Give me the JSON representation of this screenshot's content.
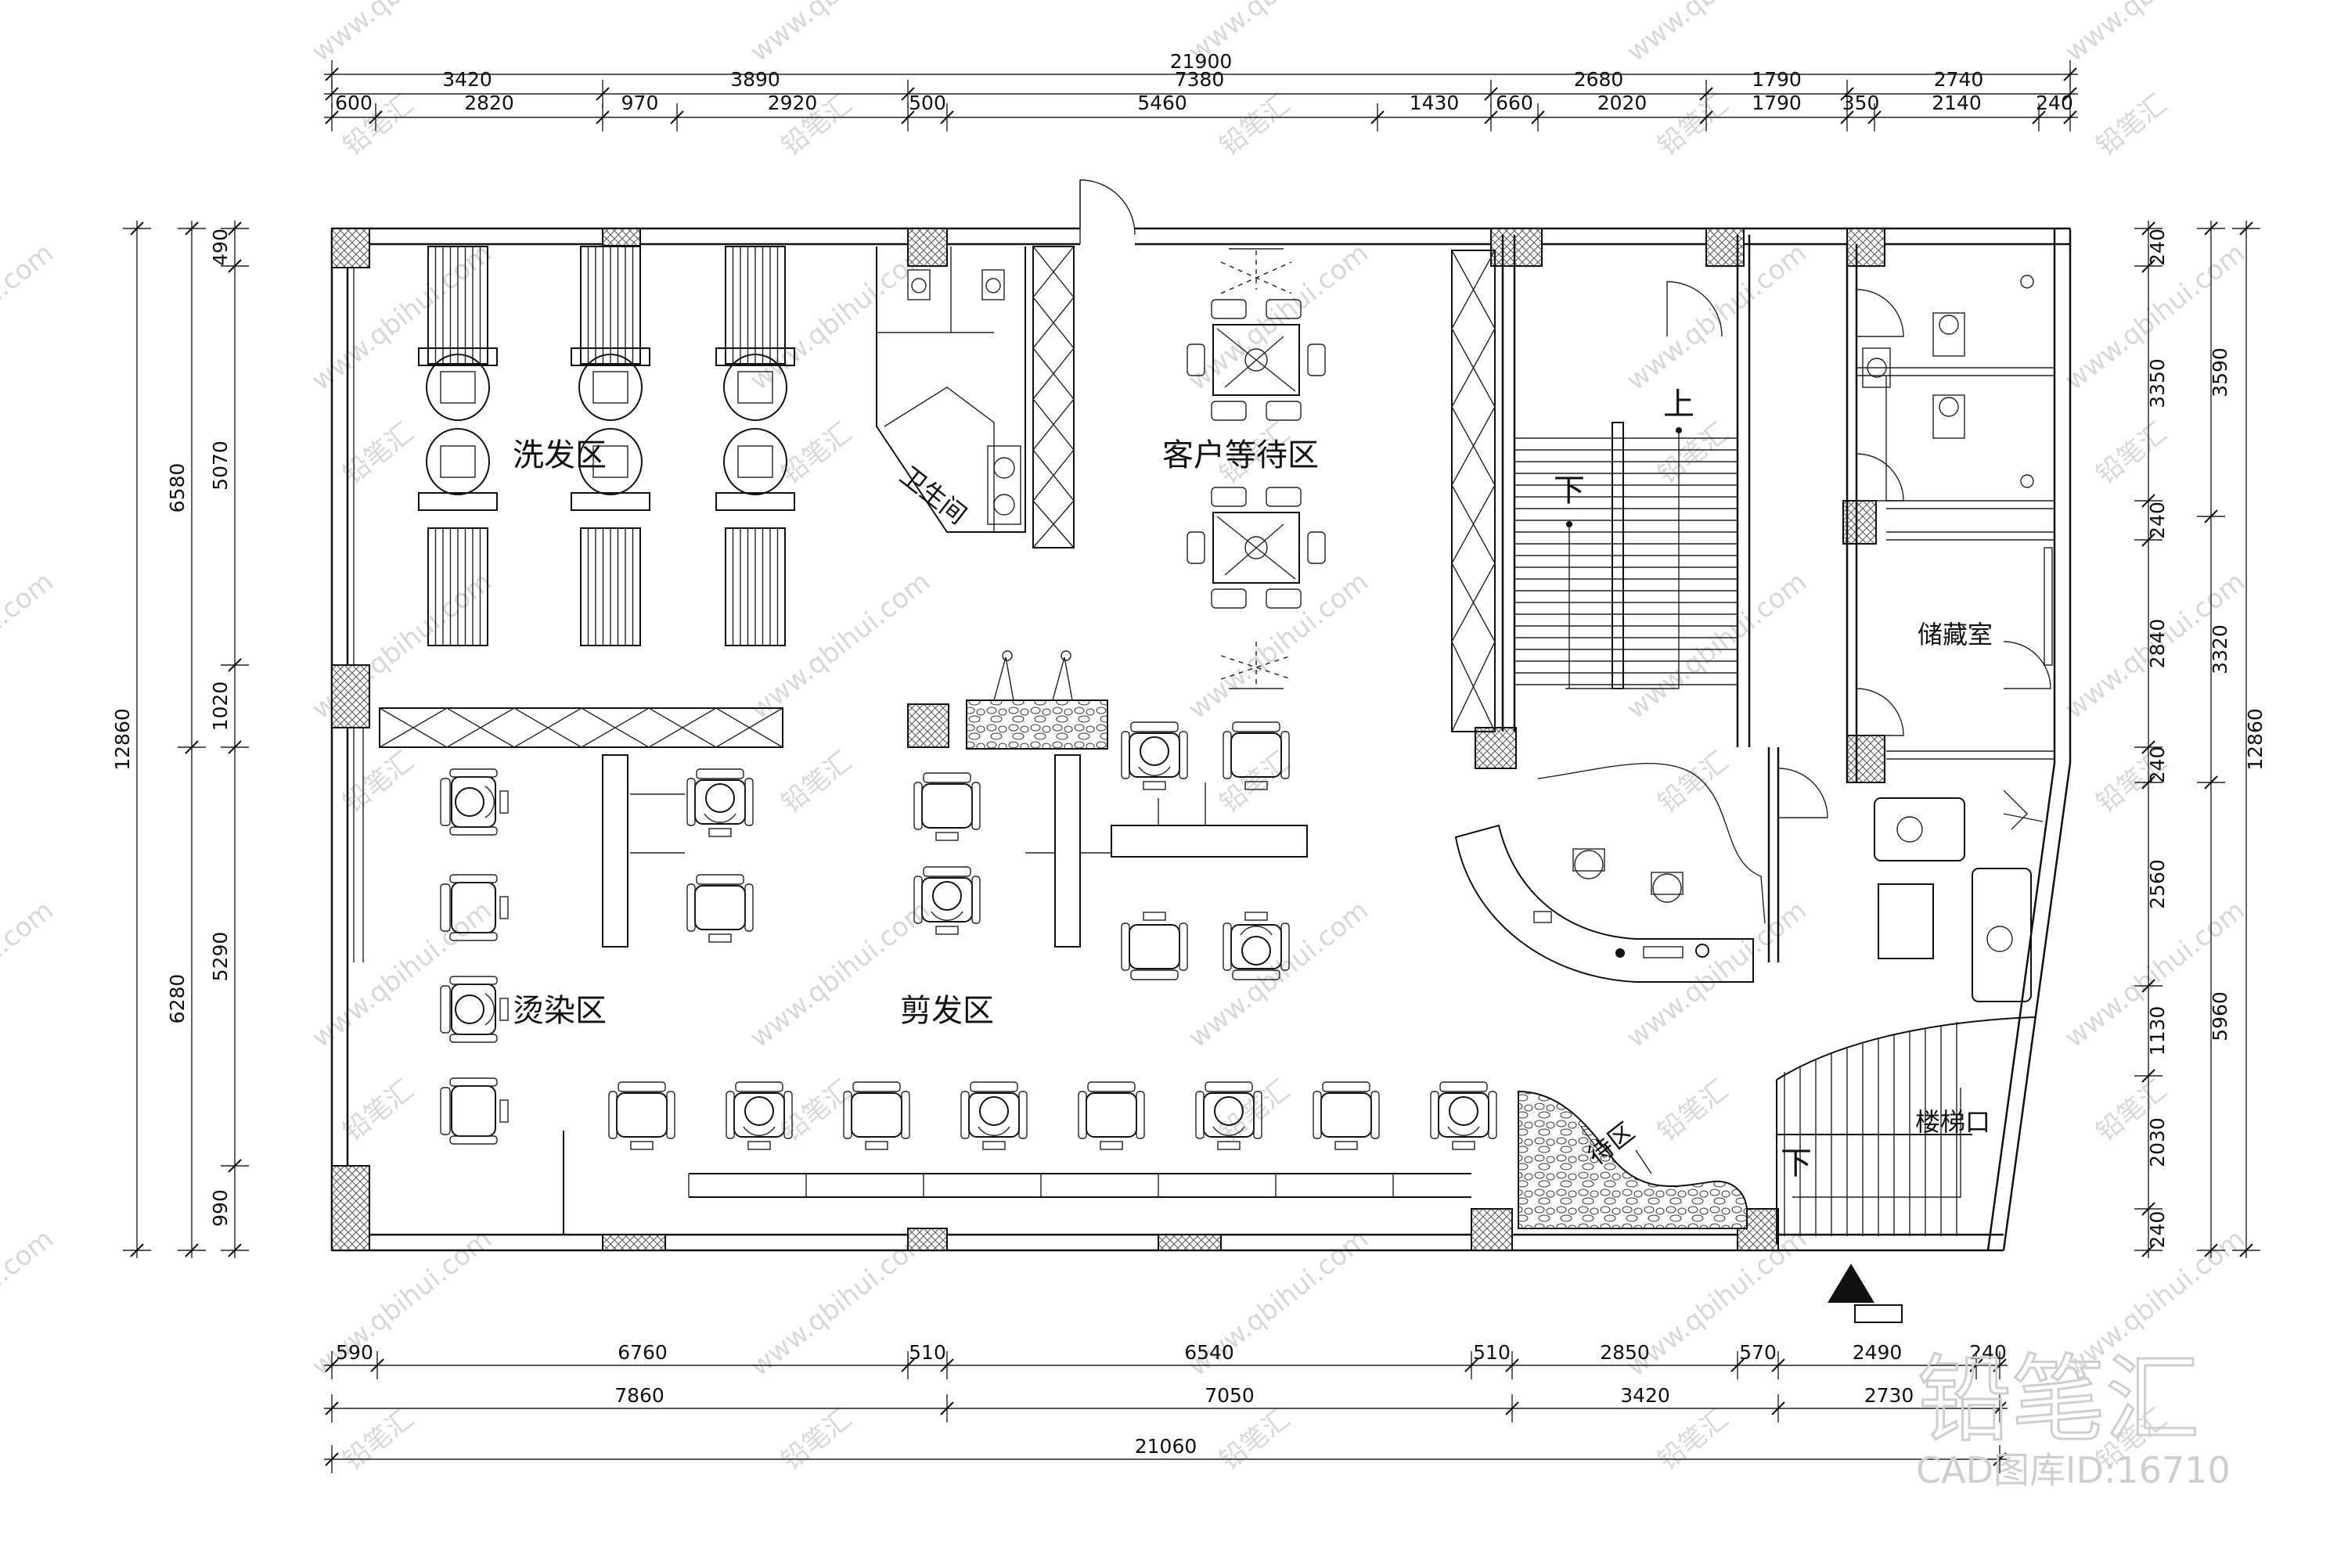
{
  "top_dims": {
    "total": "21900",
    "row1": [
      "3420",
      "3890",
      "7380",
      "2680",
      "1790",
      "2740"
    ],
    "row2": [
      "600",
      "2820",
      "970",
      "2920",
      "500",
      "5460",
      "1430",
      "660",
      "2020",
      "1790",
      "350",
      "2140",
      "240"
    ]
  },
  "bottom_dims": {
    "row1": [
      "590",
      "6760",
      "510",
      "6540",
      "510",
      "2850",
      "570",
      "2490",
      "240"
    ],
    "row2": [
      "7860",
      "7050",
      "3420",
      "2730"
    ],
    "total": "21060"
  },
  "left_dims": {
    "inner": [
      "490",
      "5070",
      "1020",
      "5290",
      "990"
    ],
    "middle": [
      "6580",
      "6280"
    ],
    "total": "12860"
  },
  "right_dims": {
    "inner": [
      "240",
      "3350",
      "240",
      "2840",
      "240",
      "2560",
      "1130",
      "2030",
      "240"
    ],
    "middle": [
      "3590",
      "3320",
      "5960"
    ],
    "total": "12860"
  },
  "rooms": {
    "wash": "洗发区",
    "wait": "客户等待区",
    "toilet": "卫生间",
    "dye": "烫染区",
    "cut": "剪发区",
    "storage": "储藏室",
    "stair_exit": "楼梯口",
    "wait_small": "待区",
    "up": "上",
    "down": "下",
    "down2": "下"
  },
  "watermark": {
    "url": "www.qbihui.com",
    "brand": "铅笔汇",
    "cad_id": "CAD图库ID:16710"
  }
}
